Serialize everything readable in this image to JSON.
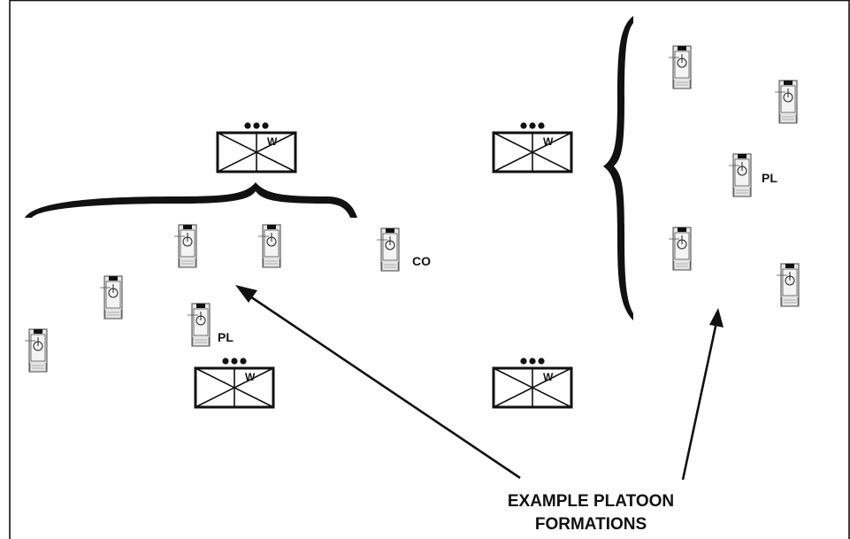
{
  "symbols": {
    "unit_letter": "W",
    "pl_label": "PL",
    "co_label": "CO"
  },
  "caption": {
    "line1": "EXAMPLE PLATOON",
    "line2": "FORMATIONS"
  },
  "colors": {
    "ink": "#111111",
    "vehicle_fill": "#e6e6e6",
    "vehicle_stroke": "#444444",
    "vehicle_hatch": "#111111"
  },
  "icons": {
    "unit": "platoon-unit-symbol-icon",
    "vehicle": "tracked-vehicle-icon",
    "brace": "curly-brace-icon",
    "arrow": "pointer-arrow-icon"
  }
}
